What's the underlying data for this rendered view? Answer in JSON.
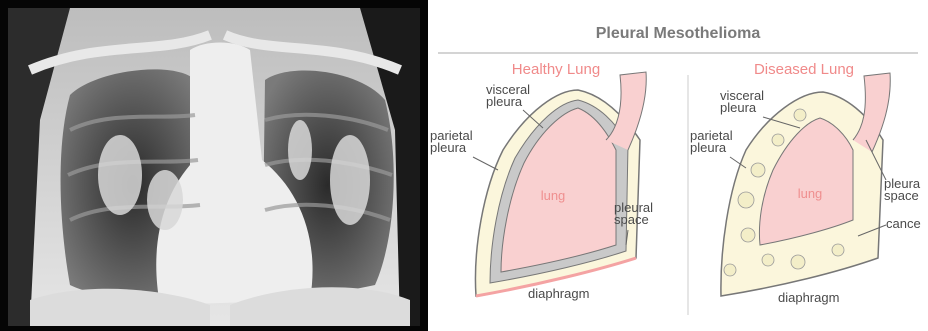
{
  "title": "Pleural Mesothelioma",
  "panels": {
    "healthy": {
      "heading": "Healthy Lung",
      "visceral": [
        "visceral",
        "pleura"
      ],
      "parietal": [
        "parietal",
        "pleura"
      ],
      "lung": "lung",
      "space": [
        "pleural",
        "space"
      ],
      "diaphragm": "diaphragm"
    },
    "diseased": {
      "heading": "Diseased Lung",
      "visceral": [
        "visceral",
        "pleura"
      ],
      "parietal": [
        "parietal",
        "pleura"
      ],
      "lung": "lung",
      "space": [
        "pleura",
        "space"
      ],
      "cancer": "cance",
      "diaphragm": "diaphragm"
    }
  },
  "colors": {
    "heading": "#f08a8a",
    "lung_fill": "#f9d0d0",
    "pleura_fill": "#fbf6dc",
    "line": "#8a8a8a"
  }
}
